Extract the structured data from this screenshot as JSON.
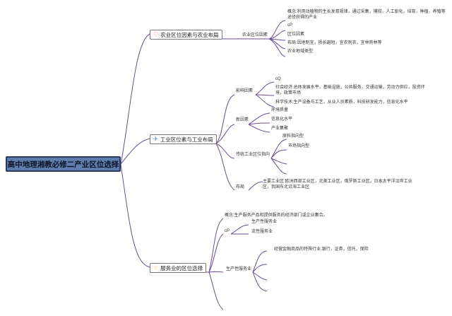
{
  "root": "高中地理湘教必修二产业区位选择",
  "branches": [
    {
      "icon": "heart-icon",
      "label": "农业区位因素与农业布局",
      "children": [
        {
          "label": "农业区位因素",
          "items": [
            "概念:利用动植物的生长发育规律，通过采集，捕捞，人工驯化，培育，种植，养殖等途径获得的产业",
            "cP",
            "区位因素",
            "布局:因地制宜，扬长避短，宜农则农，宜林则林等",
            "农业地域类型"
          ]
        }
      ]
    },
    {
      "icon": "paper-plane-icon",
      "label": "工业区位素与工业布局",
      "children": [
        {
          "label": "影响因素",
          "items": [
            "cQ",
            "社会经济:总体发展水平，基础设施，公共服务，交通运输，劳动力供应，投资环境，政策市场",
            "科学技术:生产设备与工艺，从业人员素质，科技研发能力，信息化水平"
          ]
        },
        {
          "label": "新因素",
          "items": [
            "环境质量",
            "信息化水平",
            "产业集聚"
          ]
        },
        {
          "label": "传统工业区位指向",
          "items": [
            "原料指向型",
            "市场指向型",
            "",
            ""
          ]
        },
        {
          "label": "布局",
          "items": [
            "主要工业区:欧洲西部工业区，北美工业区，俄罗斯工业区，日本太平洋沿岸工业区，我国东北沿海工业区"
          ]
        }
      ]
    },
    {
      "icon": "star-icon",
      "label": "服务业的区位选择",
      "children": [
        {
          "label": "概念:生产服务产品和提供服务的经济部门或企业集合。",
          "items": []
        },
        {
          "label": "cP",
          "items": [
            "生产性服务业",
            "流性服务业"
          ]
        },
        {
          "label": "生产性服务业",
          "items": [
            "经营金融商品的特殊行业:银行，证券，信托，保险",
            "",
            "",
            ""
          ]
        },
        {
          "label": "",
          "items": []
        }
      ]
    }
  ],
  "colors": {
    "line": "#6b4e8f",
    "root_fill": "#5e7fae",
    "root_border": "#2b3a57",
    "heart": "#e0495b",
    "plane": "#3a86c8",
    "star": "#e8c21a"
  }
}
